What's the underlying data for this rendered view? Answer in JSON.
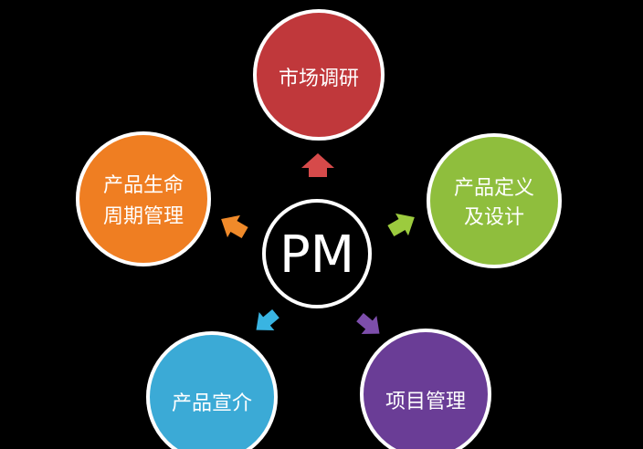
{
  "center": {
    "label": "PM"
  },
  "nodes": [
    {
      "id": "market-research",
      "lines": [
        "市场调研"
      ],
      "color": "#c0393b"
    },
    {
      "id": "product-definition",
      "lines": [
        "产品定义",
        "及设计"
      ],
      "color": "#8fbe3c"
    },
    {
      "id": "project-management",
      "lines": [
        "项目管理"
      ],
      "color": "#6b3c96"
    },
    {
      "id": "product-promotion",
      "lines": [
        "产品宣介"
      ],
      "color": "#3aaad6"
    },
    {
      "id": "lifecycle-management",
      "lines": [
        "产品生命",
        "周期管理"
      ],
      "color": "#ef7e24"
    }
  ]
}
